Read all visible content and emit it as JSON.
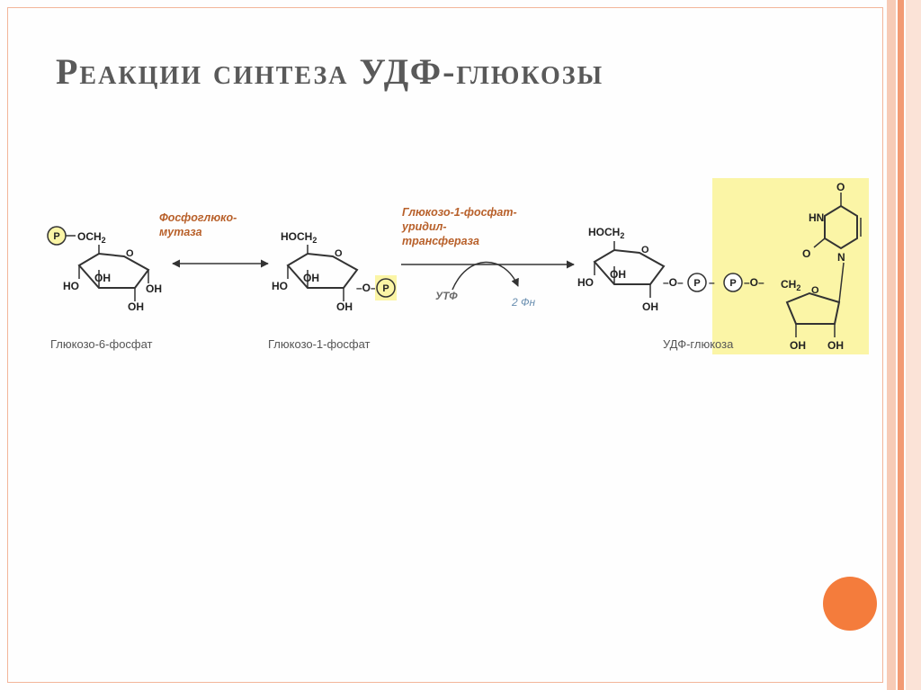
{
  "slide": {
    "title": "Реакции синтеза УДФ-глюкозы",
    "accent_color": "#f47c3c",
    "frame_color": "#f2b59a",
    "stripe_colors": [
      "#f7cbb6",
      "#f29b74",
      "#fbe3d7"
    ]
  },
  "diagram": {
    "enzyme1": [
      "Фосфоглюко-",
      "мутаза"
    ],
    "enzyme2": [
      "Глюкозо-1-фосфат-",
      "уридил-",
      "трансфераза"
    ],
    "cofactor_in": "УТФ",
    "cofactor_out": "2 Фн",
    "compounds": [
      "Глюкозо-6-фосфат",
      "Глюкозо-1-фосфат",
      "УДФ-глюкоза"
    ],
    "phosphate_symbol": "P",
    "highlight_color": "#fbf5a6",
    "enzyme_color": "#b8602a",
    "labels": {
      "och2": "OCH",
      "hoch2": "HOCH",
      "ch2": "CH",
      "sub2": "2",
      "oh": "OH",
      "ho": "HO",
      "o": "O",
      "hn": "HN",
      "n": "N",
      "dash": "–",
      "dash_o_dash": "–O–"
    }
  }
}
